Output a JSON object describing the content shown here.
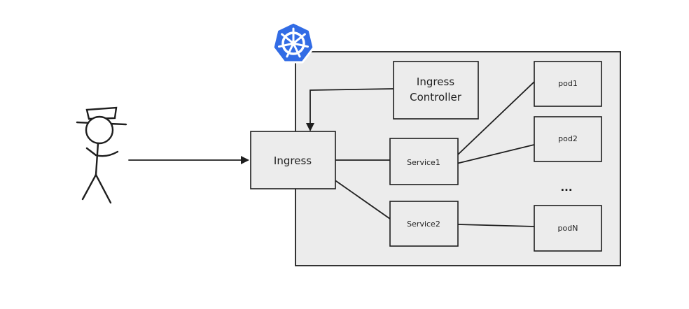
{
  "nodes": {
    "ingress": "Ingress",
    "ingress_controller_line1": "Ingress",
    "ingress_controller_line2": "Controller",
    "service1": "Service1",
    "service2": "Service2",
    "pod1": "pod1",
    "pod2": "pod2",
    "ellipsis": "...",
    "podN": "podN"
  },
  "icons": {
    "user": "stick-figure-with-hat-icon",
    "cluster_logo": "kubernetes-logo-icon"
  },
  "colors": {
    "stroke": "#1e1e1e",
    "box_fill": "#ececec",
    "k8s_blue": "#326ce5"
  }
}
